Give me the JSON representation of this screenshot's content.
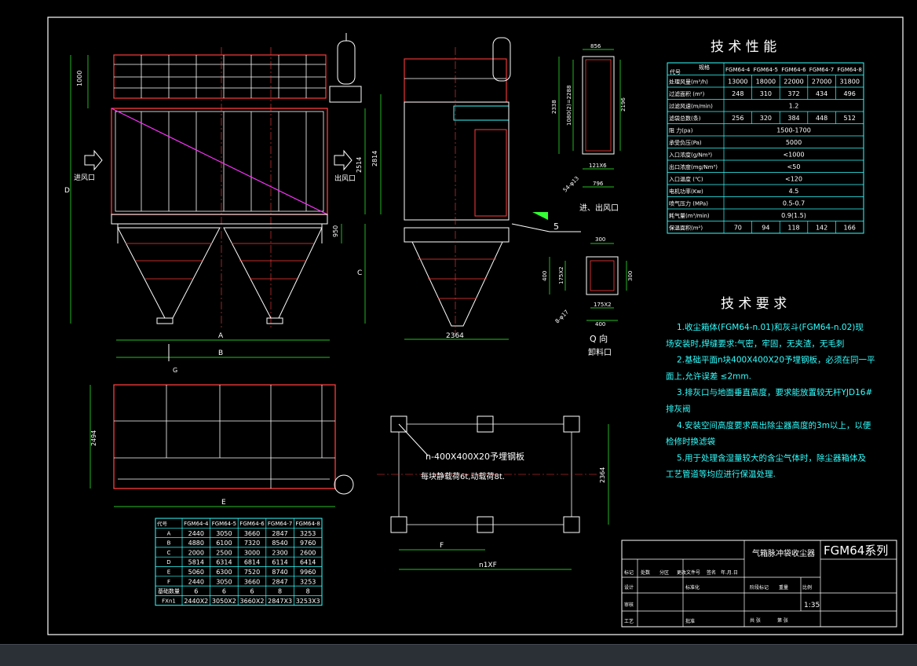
{
  "drawing": {
    "series_title": "FGM64系列",
    "product_name": "气箱脉冲袋收尘器",
    "scale": "1:35",
    "colors": {
      "background": "#000000",
      "outline": "#ffffff",
      "frame": "#ff3b3b",
      "dim": "#33ff33",
      "text": "#ffffff",
      "annot": "#33ffff",
      "diag": "#ff33ff"
    }
  },
  "front_view": {
    "inlet": "进风口",
    "outlet": "出风口",
    "dims": {
      "d1": "1000",
      "d2": "2514",
      "d3": "2814",
      "d4": "950",
      "D": "D",
      "C": "C",
      "A": "A",
      "B": "B",
      "G": "G"
    }
  },
  "side_view": {
    "width": "2364"
  },
  "detail_outlet": {
    "title": "进、出风口",
    "dims": {
      "top": "856",
      "h1": "2338",
      "h2": "1080(2)=2288",
      "h3": "2196",
      "bot1": "121X6",
      "bot2": "796",
      "hole": "54-φ13"
    },
    "weld": "5"
  },
  "detail_unload": {
    "title1": "Q 向",
    "title2": "卸料口",
    "dims": {
      "top": "300",
      "left": "400",
      "inner": "175X2",
      "right": "300",
      "bot1": "175X2",
      "bot2": "400",
      "hole": "8-φ17"
    }
  },
  "plan_view": {
    "dims": {
      "h": "2494",
      "E": "E"
    }
  },
  "foundation": {
    "plate": "n-400X400X20予埋钢板",
    "load": "每块静载荷6t,动载荷8t.",
    "dims": {
      "v": "2364",
      "F": "F",
      "nF": "n1XF"
    }
  },
  "tech_perf": {
    "title": "技 术 性 能",
    "header_label": "规格",
    "header_code": "代号",
    "models": [
      "FGM64-4",
      "FGM64-5",
      "FGM64-6",
      "FGM64-7",
      "FGM64-8"
    ],
    "rows": [
      {
        "label": "处理风量(m³/h)",
        "vals": [
          "13000",
          "18000",
          "22000",
          "27000",
          "31800"
        ]
      },
      {
        "label": "过滤面积 (m²)",
        "vals": [
          "248",
          "310",
          "372",
          "434",
          "496"
        ]
      },
      {
        "label": "过滤风速(m/min)",
        "merged": "1.2"
      },
      {
        "label": "滤袋总数(条)",
        "vals": [
          "256",
          "320",
          "384",
          "448",
          "512"
        ]
      },
      {
        "label": "阻 力(pa)",
        "merged": "1500-1700"
      },
      {
        "label": "承受负压(Pa)",
        "merged": "5000"
      },
      {
        "label": "入口浓度(g/Nm³)",
        "merged": "<1000"
      },
      {
        "label": "出口浓度(mg/Nm³)",
        "merged": "<50"
      },
      {
        "label": "入口温度 (℃)",
        "merged": "<120"
      },
      {
        "label": "电机功率(Kw)",
        "merged": "4.5"
      },
      {
        "label": "喷气压力 (MPa)",
        "merged": "0.5-0.7"
      },
      {
        "label": "耗气量(m³/min)",
        "merged": "0.9(1.5)"
      },
      {
        "label": "保温面积(m²)",
        "vals": [
          "70",
          "94",
          "118",
          "142",
          "166"
        ]
      }
    ]
  },
  "tech_req": {
    "title": "技 术 要 求",
    "lines": [
      "1.收尘箱体(FGM64-n.01)和灰斗(FGM64-n.02)现",
      "场安装时,焊缝要求:气密，牢固，无夹渣，无毛刺",
      "2.基础平面n块400X400X20予埋钢板，必须在同一平",
      "面上,允许误差 ≤2mm.",
      "3.排灰口与地面垂直高度，要求能放置较无杆YJD16#",
      "排灰阀",
      "4.安装空间高度要求高出除尘器高度的3m以上，以便",
      "检修时换滤袋",
      "5.用于处理含湿量较大的含尘气体时，除尘器箱体及",
      "工艺管道等均应进行保温处理."
    ]
  },
  "dim_table": {
    "header_code": "代号",
    "models": [
      "FGM64-4",
      "FGM64-5",
      "FGM64-6",
      "FGM64-7",
      "FGM64-8"
    ],
    "rows": [
      {
        "label": "A",
        "vals": [
          "2440",
          "3050",
          "3660",
          "2847",
          "3253"
        ]
      },
      {
        "label": "B",
        "vals": [
          "4880",
          "6100",
          "7320",
          "8540",
          "9760"
        ]
      },
      {
        "label": "C",
        "vals": [
          "2000",
          "2500",
          "3000",
          "2300",
          "2600"
        ]
      },
      {
        "label": "D",
        "vals": [
          "5814",
          "6314",
          "6814",
          "6114",
          "6414"
        ]
      },
      {
        "label": "E",
        "vals": [
          "5060",
          "6300",
          "7520",
          "8740",
          "9960"
        ]
      },
      {
        "label": "F",
        "vals": [
          "2440",
          "3050",
          "3660",
          "2847",
          "3253"
        ]
      },
      {
        "label": "基础数量",
        "vals": [
          "6",
          "6",
          "6",
          "8",
          "8"
        ]
      },
      {
        "label": "FXn1",
        "vals": [
          "2440X2",
          "3050X2",
          "3660X2",
          "2847X3",
          "3253X3"
        ]
      }
    ]
  },
  "title_block": {
    "row1": [
      "标记",
      "处数",
      "分区",
      "更改文件号",
      "签名",
      "年.月.日"
    ],
    "row2": [
      "设计",
      "",
      "标准化"
    ],
    "row3": [
      "审核"
    ],
    "row4": [
      "工艺",
      "",
      "批准"
    ],
    "mid": [
      "阶段标记",
      "重量",
      "比例"
    ],
    "foot": [
      "共 张",
      "第 张"
    ]
  }
}
